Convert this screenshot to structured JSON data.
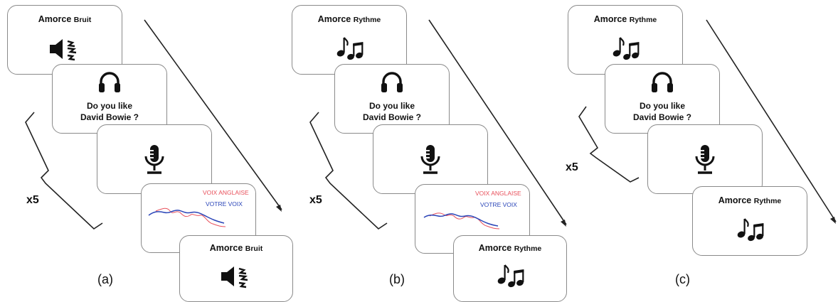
{
  "panels": [
    {
      "caption": "(a)",
      "repeat": "x5",
      "cards": {
        "prime_top": {
          "title_main": "Amorce",
          "title_sub": "Bruit",
          "icon": "speaker-noise-icon"
        },
        "question": {
          "icon": "headphones-icon",
          "line1": "Do you like",
          "line2": "David Bowie ?"
        },
        "record": {
          "icon": "microphone-icon"
        },
        "feedback": {
          "legend_english": "VOIX ANGLAISE",
          "legend_yours": "VOTRE VOIX"
        },
        "prime_bottom": {
          "title_main": "Amorce",
          "title_sub": "Bruit",
          "icon": "speaker-noise-icon"
        }
      }
    },
    {
      "caption": "(b)",
      "repeat": "x5",
      "cards": {
        "prime_top": {
          "title_main": "Amorce",
          "title_sub": "Rythme",
          "icon": "music-notes-icon"
        },
        "question": {
          "icon": "headphones-icon",
          "line1": "Do you like",
          "line2": "David Bowie ?"
        },
        "record": {
          "icon": "microphone-icon"
        },
        "feedback": {
          "legend_english": "VOIX ANGLAISE",
          "legend_yours": "VOTRE VOIX"
        },
        "prime_bottom": {
          "title_main": "Amorce",
          "title_sub": "Rythme",
          "icon": "music-notes-icon"
        }
      }
    },
    {
      "caption": "(c)",
      "repeat": "x5",
      "cards": {
        "prime_top": {
          "title_main": "Amorce",
          "title_sub": "Rythme",
          "icon": "music-notes-icon"
        },
        "question": {
          "icon": "headphones-icon",
          "line1": "Do you like",
          "line2": "David Bowie ?"
        },
        "record": {
          "icon": "microphone-icon"
        },
        "prime_bottom": {
          "title_main": "Amorce",
          "title_sub": "Rythme",
          "icon": "music-notes-icon"
        }
      }
    }
  ],
  "colors": {
    "english_voice": "#e8505b",
    "your_voice": "#2a45b8",
    "card_border": "#8a8a8a",
    "lines": "#222222"
  }
}
